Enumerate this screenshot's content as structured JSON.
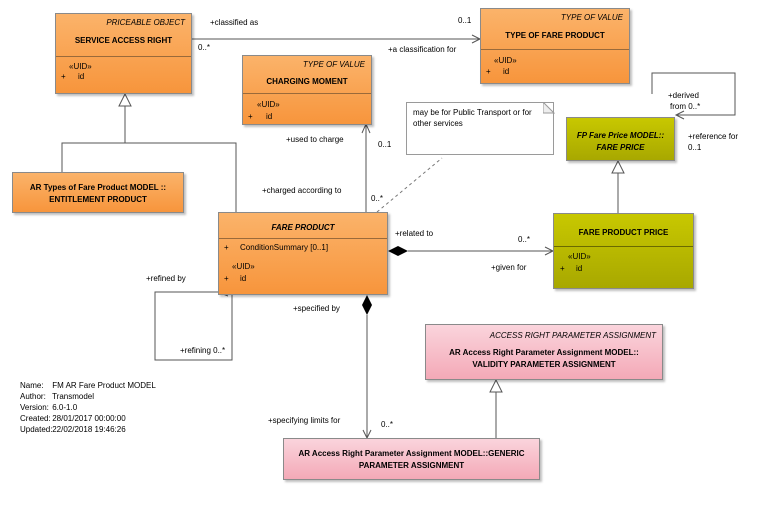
{
  "classes": {
    "service_access_right": {
      "stereotype": "PRICEABLE OBJECT",
      "name": "SERVICE ACCESS RIGHT",
      "uid": "«UID»",
      "plus": "+",
      "attr": "id"
    },
    "type_of_fare_product": {
      "stereotype": "TYPE OF VALUE",
      "name": "TYPE OF FARE PRODUCT",
      "uid": "«UID»",
      "plus": "+",
      "attr": "id"
    },
    "charging_moment": {
      "stereotype": "TYPE OF VALUE",
      "name": "CHARGING MOMENT",
      "uid": "«UID»",
      "plus": "+",
      "attr": "id"
    },
    "fp_fare_price": {
      "name_line1": "FP Fare Price MODEL::",
      "name_line2": "FARE PRICE"
    },
    "entitlement_product": {
      "name_line1": "AR Types of Fare Product MODEL ::",
      "name_line2": "ENTITLEMENT PRODUCT"
    },
    "fare_product": {
      "name": "FARE PRODUCT",
      "plus1": "+",
      "attr1": "ConditionSummary [0..1]",
      "uid": "«UID»",
      "plus2": "+",
      "attr2": "id"
    },
    "fare_product_price": {
      "name": "FARE PRODUCT PRICE",
      "uid": "«UID»",
      "plus": "+",
      "attr": "id"
    },
    "validity_parameter_assignment": {
      "stereotype": "ACCESS RIGHT PARAMETER ASSIGNMENT",
      "name_line1": "AR Access Right Parameter Assignment MODEL::",
      "name_line2": "VALIDITY PARAMETER ASSIGNMENT"
    },
    "generic_parameter_assignment": {
      "name_line1": "AR Access Right Parameter Assignment MODEL::GENERIC",
      "name_line2": "PARAMETER ASSIGNMENT"
    }
  },
  "note": {
    "line1": "may be for Public Transport or for",
    "line2": "other services"
  },
  "labels": {
    "classified_as": "+classified as",
    "classified_as_mult": "0..*",
    "classification_for": "+a classification for",
    "classification_for_mult": "0..1",
    "derived_from_1": "+derived",
    "derived_from_2": "from 0..*",
    "reference_for": "+reference for",
    "reference_for_mult": "0..1",
    "used_to_charge": "+used to charge",
    "used_to_charge_mult": "0..1",
    "charged_according_to": "+charged according to",
    "charged_according_to_mult": "0..*",
    "related_to": "+related to",
    "given_for": "+given for",
    "given_for_mult": "0..*",
    "refined_by": "+refined by",
    "refining": "+refining 0..*",
    "specified_by": "+specified by",
    "specifying_limits_for": "+specifying limits for",
    "specifying_limits_for_mult": "0..*"
  },
  "meta": {
    "name_key": "Name:",
    "name_val": "FM AR Fare Product MODEL",
    "author_key": "Author:",
    "author_val": "Transmodel",
    "version_key": "Version:",
    "version_val": "6.0-1.0",
    "created_key": "Created:",
    "created_val": "28/01/2017 00:00:00",
    "updated_key": "Updated:",
    "updated_val": "22/02/2018 19:46:26"
  },
  "colors": {
    "orange": "#f7953c",
    "olive": "#b4b400",
    "pink": "#f4a9b7"
  }
}
